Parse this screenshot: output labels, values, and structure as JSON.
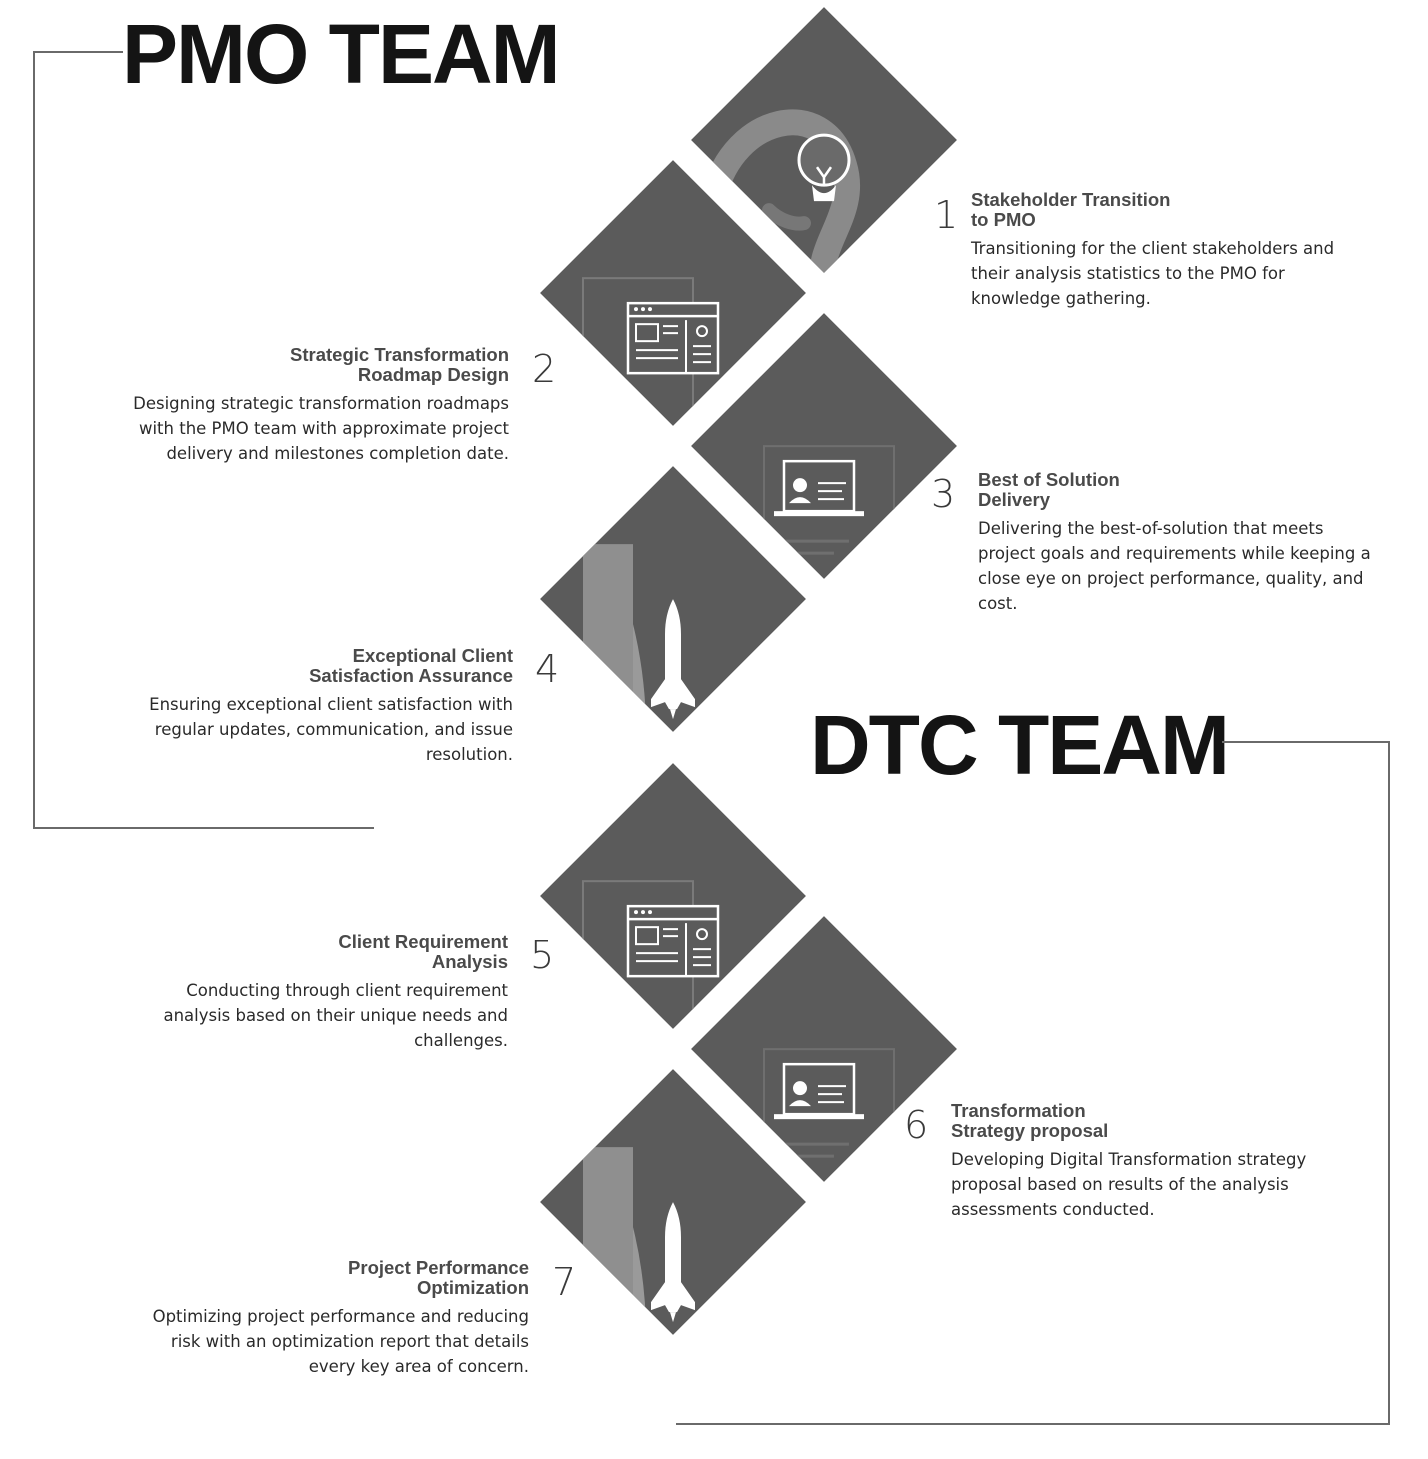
{
  "teams": {
    "pmo": {
      "title": "PMO TEAM"
    },
    "dtc": {
      "title": "DTC TEAM"
    }
  },
  "steps": [
    {
      "number": "1",
      "icon": "lightbulb-icon",
      "title": "Stakeholder Transition\nto PMO",
      "description": "Transitioning for the client stakeholders and\ntheir analysis statistics to the PMO for\nknowledge gathering."
    },
    {
      "number": "2",
      "icon": "browser-window-icon",
      "title": "Strategic Transformation\nRoadmap Design",
      "description": "Designing strategic transformation roadmaps\nwith the PMO team with approximate project\ndelivery and milestones completion date."
    },
    {
      "number": "3",
      "icon": "laptop-profile-icon",
      "title": "Best of Solution\nDelivery",
      "description": "Delivering the best-of-solution that meets\nproject goals and requirements while keeping a\nclose eye on project performance, quality, and\ncost."
    },
    {
      "number": "4",
      "icon": "space-shuttle-icon",
      "title": "Exceptional Client\nSatisfaction Assurance",
      "description": "Ensuring exceptional client satisfaction with\nregular updates, communication, and issue\nresolution."
    },
    {
      "number": "5",
      "icon": "browser-window-icon",
      "title": "Client Requirement\nAnalysis",
      "description": "Conducting through client requirement\nanalysis based on their unique needs and\nchallenges."
    },
    {
      "number": "6",
      "icon": "laptop-profile-icon",
      "title": "Transformation\nStrategy proposal",
      "description": "Developing Digital Transformation strategy\nproposal based on results of the analysis\nassessments conducted."
    },
    {
      "number": "7",
      "icon": "space-shuttle-icon",
      "title": "Project Performance\nOptimization",
      "description": "Optimizing project performance and reducing\nrisk with an optimization report that details\nevery key area of concern."
    }
  ],
  "colors": {
    "tile": "#5b5b5b",
    "tile_accent": "#8a8a8a",
    "line": "#6a6a6a",
    "title": "#141414"
  }
}
